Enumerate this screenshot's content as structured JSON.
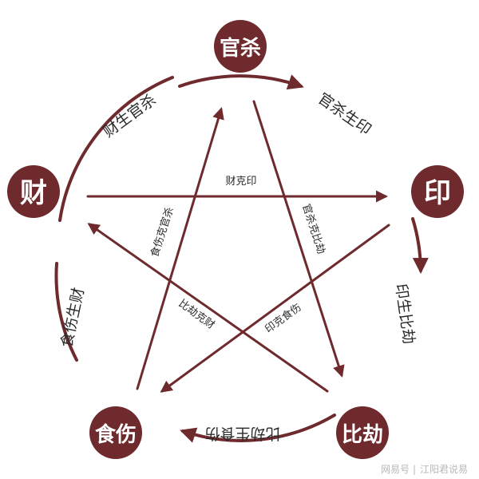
{
  "nodes": {
    "guansha": "官杀",
    "yin": "印",
    "bijie": "比劫",
    "shishang": "食伤",
    "cai": "财"
  },
  "generation_cycle": {
    "guansha_sheng_yin": "官杀生印",
    "yin_sheng_bijie": "印生比劫",
    "bijie_sheng_shishang": "比劫生食伤",
    "shishang_sheng_cai": "食伤生财",
    "cai_sheng_guansha": "财生官杀"
  },
  "control_star": {
    "cai_ke_yin": "财克印",
    "guansha_ke_bijie": "官杀克比劫",
    "yin_ke_shishang": "印克食伤",
    "bijie_ke_cai": "比劫克财",
    "shishang_ke_guansha": "食伤克官杀"
  },
  "watermark": {
    "source": "网易号",
    "author": "江阳君说易"
  },
  "colors": {
    "primary": "#6e2a2d",
    "text": "#2a2a2a",
    "background": "#ffffff"
  }
}
